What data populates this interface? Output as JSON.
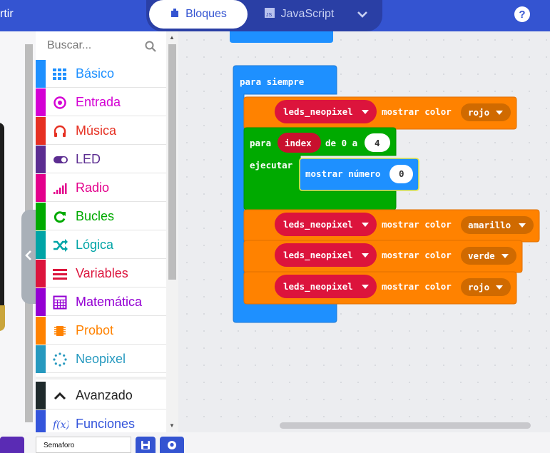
{
  "header": {
    "partial_label": "rtir",
    "tabs": [
      {
        "label": "Bloques"
      },
      {
        "label": "JavaScript"
      }
    ]
  },
  "toolbox": {
    "search_placeholder": "Buscar...",
    "categories": [
      {
        "label": "Básico",
        "color": "#1e90ff"
      },
      {
        "label": "Entrada",
        "color": "#d400d4"
      },
      {
        "label": "Música",
        "color": "#e63022"
      },
      {
        "label": "LED",
        "color": "#5c2d91"
      },
      {
        "label": "Radio",
        "color": "#e3008c"
      },
      {
        "label": "Bucles",
        "color": "#00aa00"
      },
      {
        "label": "Lógica",
        "color": "#00a4a6"
      },
      {
        "label": "Variables",
        "color": "#dc143c"
      },
      {
        "label": "Matemática",
        "color": "#9400d3"
      },
      {
        "label": "Probot",
        "color": "#ff8200"
      },
      {
        "label": "Neopixel",
        "color": "#2699bf"
      }
    ],
    "advanced": {
      "label": "Avanzado"
    },
    "functions": {
      "label": "Funciones",
      "color": "#3455db"
    }
  },
  "workspace": {
    "forever": {
      "label": "para siempre"
    },
    "rows": [
      {
        "strip": "leds_neopixel",
        "action": "mostrar color",
        "color": "rojo"
      },
      {
        "strip": "leds_neopixel",
        "action": "mostrar color",
        "color": "amarillo"
      },
      {
        "strip": "leds_neopixel",
        "action": "mostrar color",
        "color": "verde"
      },
      {
        "strip": "leds_neopixel",
        "action": "mostrar color",
        "color": "rojo"
      }
    ],
    "loop": {
      "para": "para",
      "var": "index",
      "range": "de 0 a",
      "end": "4",
      "ejecutar": "ejecutar"
    },
    "show_number": {
      "label": "mostrar número",
      "value": "0"
    }
  },
  "footer": {
    "project_name": "Semaforo"
  }
}
